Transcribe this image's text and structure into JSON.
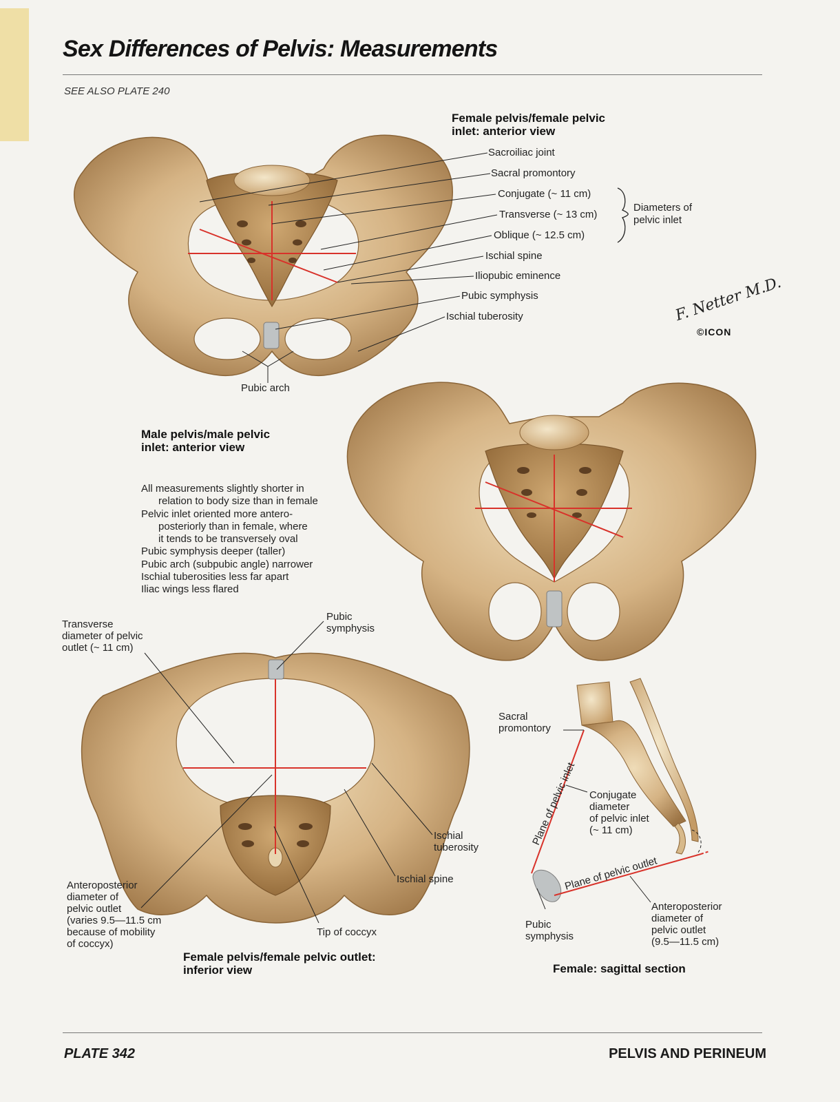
{
  "page": {
    "title": "Sex Differences of Pelvis: Measurements",
    "see_also": "SEE ALSO PLATE 240",
    "plate": "PLATE 342",
    "section": "PELVIS AND PERINEUM"
  },
  "female_inlet": {
    "caption_line1": "Female pelvis/female pelvic",
    "caption_line2": "inlet: anterior view",
    "labels": {
      "sacroiliac_joint": "Sacroiliac joint",
      "sacral_promontory": "Sacral promontory",
      "conjugate": "Conjugate (~ 11 cm)",
      "transverse": "Transverse (~ 13 cm)",
      "oblique": "Oblique (~ 12.5 cm)",
      "ischial_spine": "Ischial spine",
      "iliopubic_eminence": "Iliopubic eminence",
      "pubic_symphysis": "Pubic symphysis",
      "ischial_tuberosity": "Ischial tuberosity",
      "pubic_arch": "Pubic arch"
    },
    "bracket_line1": "Diameters of",
    "bracket_line2": "pelvic inlet"
  },
  "male_inlet": {
    "caption_line1": "Male pelvis/male pelvic",
    "caption_line2": "inlet: anterior view",
    "notes": [
      "All measurements slightly shorter in",
      "relation to body size than in female",
      "Pelvic inlet oriented more antero-",
      "posteriorly than in female, where",
      "it tends to be transversely oval",
      "Pubic symphysis deeper (taller)",
      "Pubic arch (subpubic angle) narrower",
      "Ischial tuberosities less far apart",
      "Iliac wings less flared"
    ]
  },
  "female_outlet": {
    "caption_line1": "Female pelvis/female pelvic outlet:",
    "caption_line2": "inferior view",
    "transverse": [
      "Transverse",
      "diameter of pelvic",
      "outlet (~ 11 cm)"
    ],
    "pubic_symphysis": [
      "Pubic",
      "symphysis"
    ],
    "ischial_tuberosity": [
      "Ischial",
      "tuberosity"
    ],
    "ischial_spine": "Ischial spine",
    "tip_of_coccyx": "Tip of coccyx",
    "anteroposterior": [
      "Anteroposterior",
      "diameter of",
      "pelvic outlet",
      "(varies 9.5—11.5 cm",
      "because of mobility",
      "of coccyx)"
    ]
  },
  "sagittal": {
    "caption": "Female: sagittal section",
    "sacral_promontory": [
      "Sacral",
      "promontory"
    ],
    "conjugate": [
      "Conjugate",
      "diameter",
      "of pelvic inlet",
      "(~ 11 cm)"
    ],
    "plane_inlet": "Plane of pelvic inlet",
    "plane_outlet": "Plane of pelvic outlet",
    "pubic_symphysis": [
      "Pubic",
      "symphysis"
    ],
    "anteroposterior": [
      "Anteroposterior",
      "diameter of",
      "pelvic outlet",
      "(9.5—11.5 cm)"
    ]
  },
  "signature": {
    "artist": "F. Netter M.D.",
    "logo": "©ICON"
  },
  "colors": {
    "bone": "#d7b98a",
    "bone_dark": "#9a7343",
    "measure_line": "#d8322a",
    "tab": "#efdfa6"
  }
}
